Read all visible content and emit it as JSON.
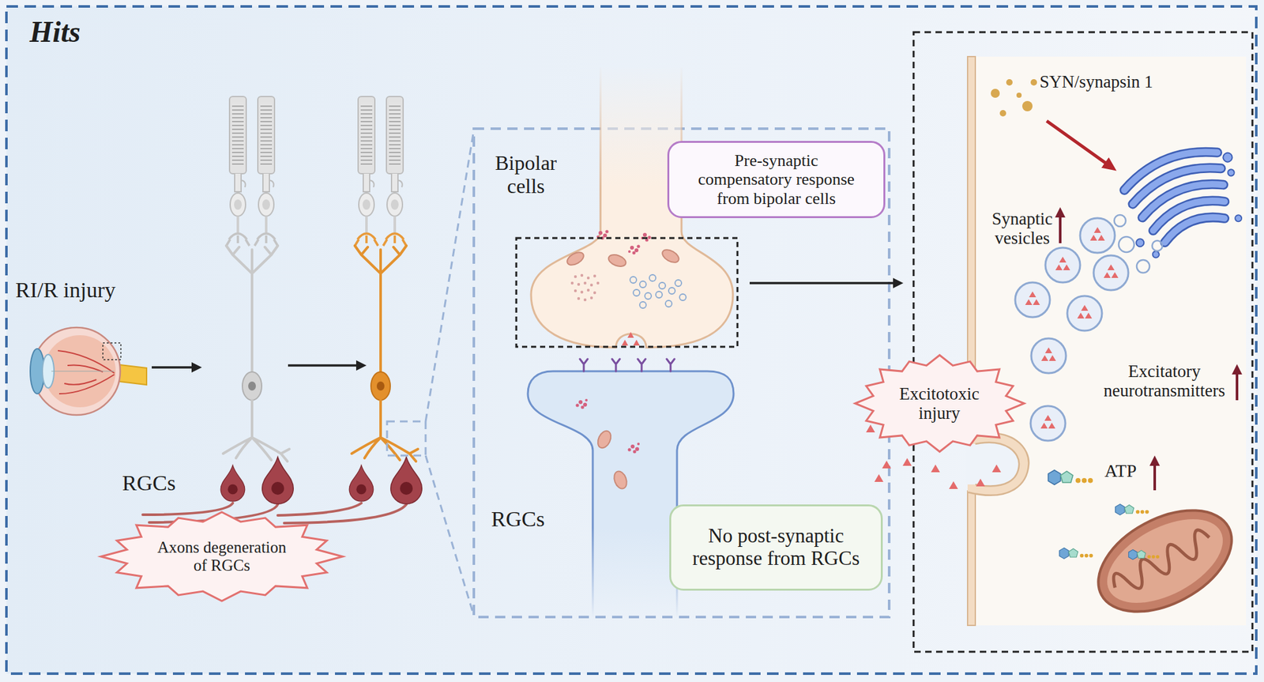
{
  "diagram": {
    "title": "Hits",
    "nodes": [
      {
        "text": [
          "Axons degeneration of RGCs"
        ]
      },
      {
        "text": [
          "Pre-synaptic compensatory response from bipolar cells"
        ]
      },
      {
        "text": [
          "No post-synaptic response from RGCs"
        ]
      },
      {
        "text": [
          "Excitotoxic injury"
        ]
      }
    ],
    "labels": [
      "RI/R injury",
      "RGCs",
      "Bipolar cells",
      "RGCs",
      "SYN/synapsin 1",
      "Synaptic vesicles",
      "Excitatory neurotransmitters",
      "ATP"
    ]
  }
}
